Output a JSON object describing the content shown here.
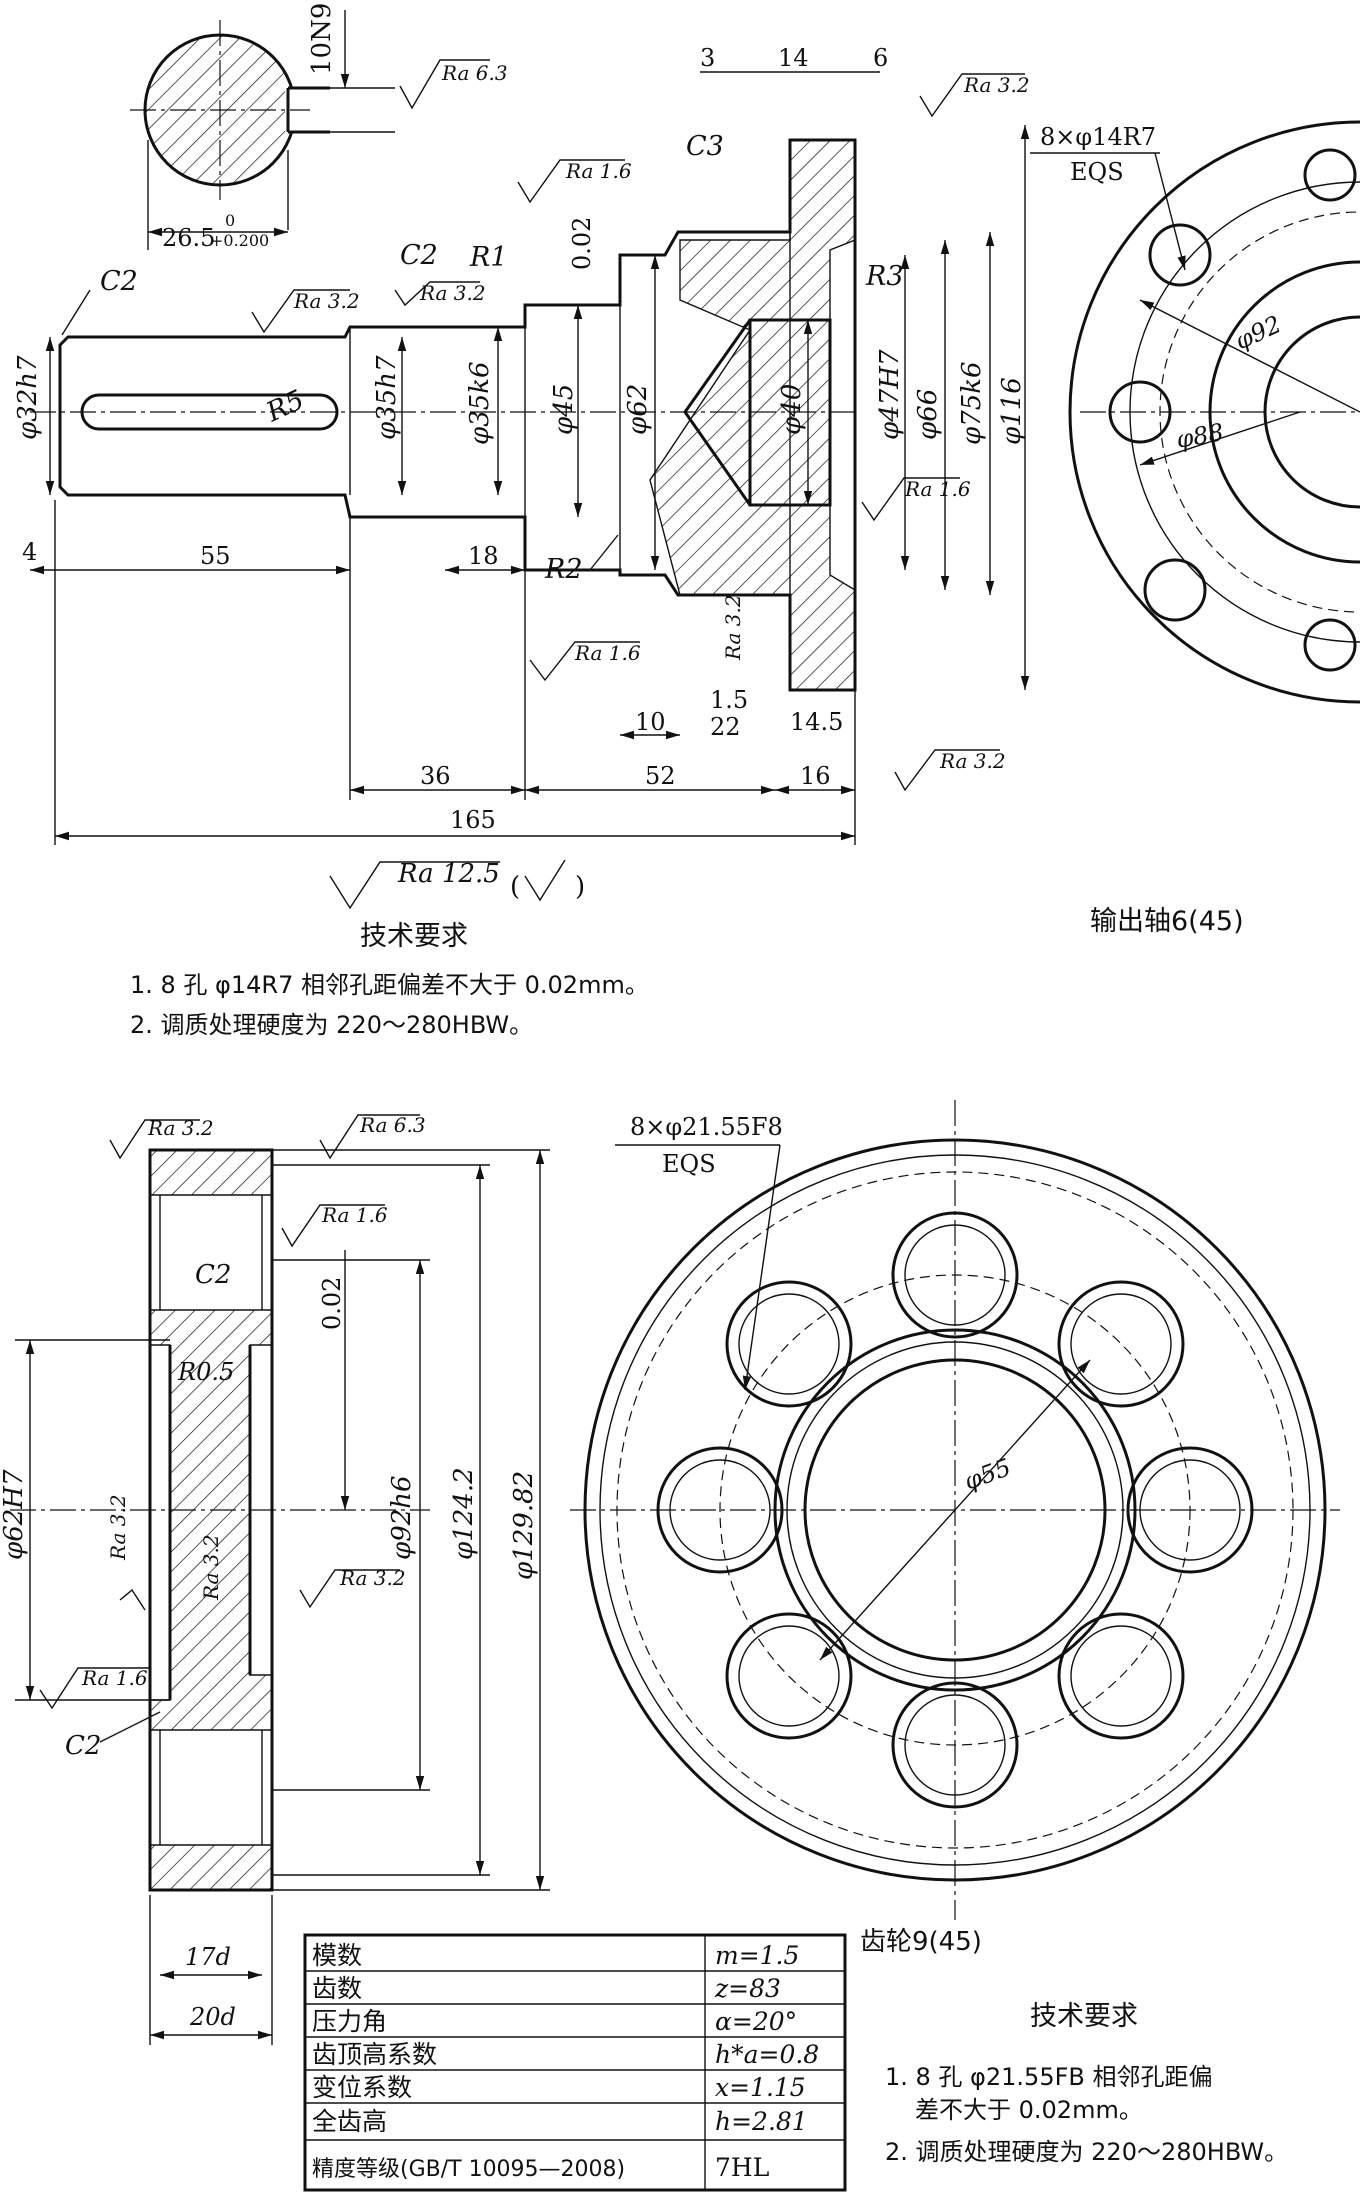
{
  "shaft": {
    "title": "输出轴6(45)",
    "section": {
      "keyway": "10N9",
      "depth": "26.5",
      "tol_up": "0",
      "tol_low": "+0.200",
      "ra": "Ra 6.3"
    },
    "chamfers": [
      "C2",
      "C2",
      "C3"
    ],
    "radii": [
      "R1",
      "R5",
      "R2",
      "R3"
    ],
    "diameters": [
      "φ32h7",
      "φ35h7",
      "φ35k6",
      "φ45",
      "φ62",
      "φ40",
      "φ47H7",
      "φ66",
      "φ75k6",
      "φ116"
    ],
    "tolerance": "0.02",
    "lengths": [
      "3",
      "14",
      "6",
      "4",
      "55",
      "18",
      "10",
      "22",
      "1.5",
      "14.5",
      "36",
      "52",
      "16",
      "165"
    ],
    "roughness": [
      "Ra 3.2",
      "Ra 3.2",
      "Ra 1.6",
      "Ra 3.2",
      "Ra 1.6",
      "Ra 1.6",
      "Ra 3.2",
      "Ra 3.2"
    ],
    "general_roughness": "Ra 12.5",
    "holes": {
      "count": "8×φ14R7",
      "eqs": "EQS",
      "pcd": "φ92",
      "d88": "φ88"
    },
    "notes_title": "技术要求",
    "notes": [
      "1. 8 孔 φ14R7 相邻孔距偏差不大于 0.02mm。",
      "2. 调质处理硬度为 220～280HBW。"
    ]
  },
  "gear": {
    "title": "齿轮9(45)",
    "roughness": [
      "Ra 3.2",
      "Ra 6.3",
      "Ra 1.6",
      "Ra 3.2",
      "Ra 3.2",
      "Ra 3.2",
      "Ra 1.6"
    ],
    "chamfers": [
      "C2",
      "C2"
    ],
    "radius": "R0.5",
    "tolerance": "0.02",
    "diameters": [
      "φ62H7",
      "φ92h6",
      "φ124.2",
      "φ129.82"
    ],
    "widths": [
      "17d",
      "20d"
    ],
    "holes": {
      "count": "8×φ21.55F8",
      "eqs": "EQS",
      "inner": "φ55"
    },
    "table": [
      {
        "name": "模数",
        "value": "m=1.5"
      },
      {
        "name": "齿数",
        "value": "z=83"
      },
      {
        "name": "压力角",
        "value": "α=20°"
      },
      {
        "name": "齿顶高系数",
        "value": "h*a=0.8"
      },
      {
        "name": "变位系数",
        "value": "x=1.15"
      },
      {
        "name": "全齿高",
        "value": "h=2.81"
      },
      {
        "name": "精度等级(GB/T 10095—2008)",
        "value": "7HL"
      }
    ],
    "notes_title": "技术要求",
    "notes": [
      "1. 8 孔 φ21.55FB 相邻孔距偏",
      "差不大于 0.02mm。",
      "2. 调质处理硬度为 220～280HBW。"
    ]
  }
}
